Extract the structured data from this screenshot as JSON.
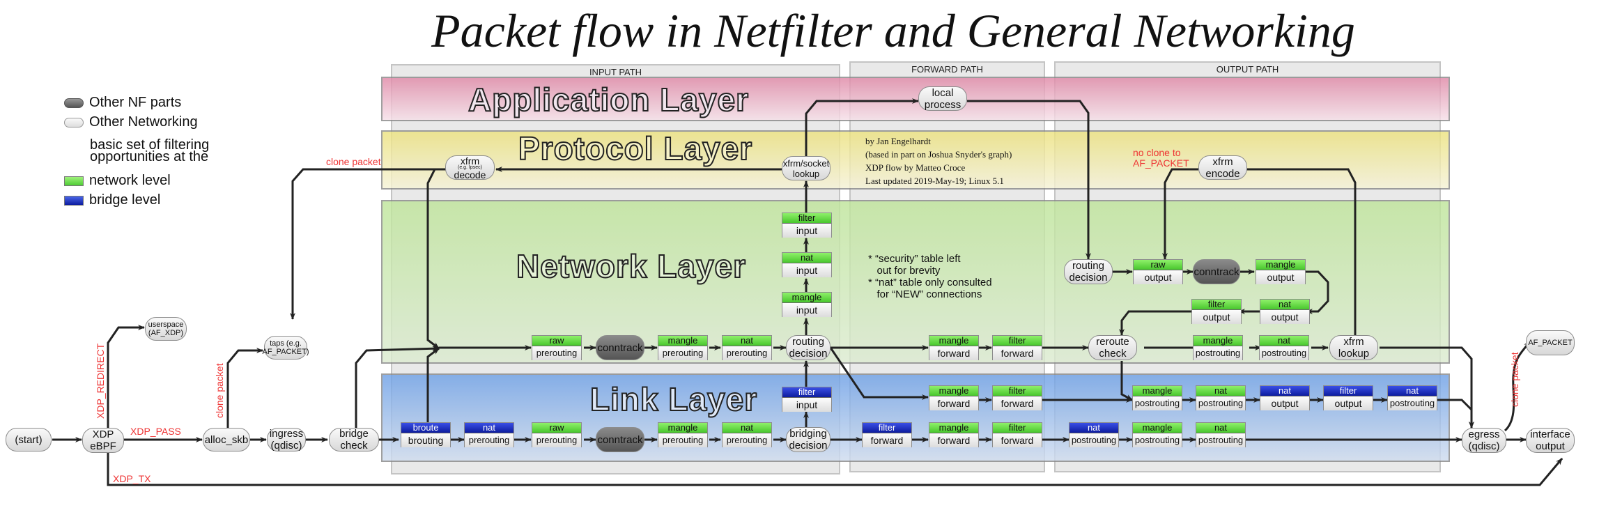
{
  "title": "Packet flow in Netfilter and General Networking",
  "columns": {
    "input": "INPUT PATH",
    "forward": "FORWARD PATH",
    "output": "OUTPUT PATH"
  },
  "layers": {
    "application": "Application Layer",
    "protocol": "Protocol Layer",
    "network": "Network Layer",
    "link": "Link Layer"
  },
  "legend": {
    "nf_parts": "Other NF parts",
    "networking": "Other Networking",
    "basic_set_line1": "basic set of filtering",
    "basic_set_line2": "opportunities at the",
    "network_level": "network level",
    "bridge_level": "bridge level",
    "colors": {
      "network_level": "#5fd940",
      "bridge_level": "#1a2bb8",
      "nf_parts": "#666666",
      "networking": "#eeeeee"
    }
  },
  "credit": {
    "line1": "by Jan Engelhardt",
    "line2": "(based in part on Joshua Snyder's graph)",
    "line3": "XDP flow by Matteo Croce",
    "line4": "Last updated 2019-May-19; Linux 5.1"
  },
  "notes": "* “security” table left\n   out for brevity\n* “nat” table only consulted\n   for “NEW” connections",
  "labels": {
    "clone_packet_top": "clone packet",
    "no_clone": "no clone to\nAF_PACKET",
    "xdp_redirect": "XDP_REDIRECT",
    "xdp_pass": "XDP_PASS",
    "xdp_tx": "XDP_TX",
    "clone_packet_left": "clone packet",
    "clone_packet_right": "clone packet"
  },
  "nodes": {
    "start": "(start)",
    "xdp": "XDP\neBPF",
    "userspace": "userspace\n(AF_XDP)",
    "alloc_skb": "alloc_skb",
    "taps": "taps (e.g.\nAF_PACKET)",
    "ingress": "ingress\n(qdisc)",
    "bridge_check": "bridge\ncheck",
    "xfrm_decode_top": "xfrm",
    "xfrm_decode_mid": "(e.g. Ipsec)",
    "xfrm_decode_bot": "decode",
    "xfrm_socket": "xfrm/socket\nlookup",
    "local_process": "local\nprocess",
    "xfrm_encode": "xfrm\nencode",
    "conntrack": "conntrack",
    "routing_decision_in": "routing\ndecision",
    "routing_decision_out": "routing\ndecision",
    "reroute_check": "reroute\ncheck",
    "xfrm_lookup": "xfrm\nlookup",
    "bridging_decision": "bridging\ndecision",
    "egress": "egress\n(qdisc)",
    "interface_output": "interface\noutput",
    "af_packet": "AF_PACKET"
  },
  "chains": [
    {
      "id": "net-raw-pre",
      "table": "raw",
      "hook": "prerouting",
      "level": "network"
    },
    {
      "id": "net-mangle-pre",
      "table": "mangle",
      "hook": "prerouting",
      "level": "network"
    },
    {
      "id": "net-nat-pre",
      "table": "nat",
      "hook": "prerouting",
      "level": "network"
    },
    {
      "id": "mangle-input",
      "table": "mangle",
      "hook": "input",
      "level": "network"
    },
    {
      "id": "nat-input",
      "table": "nat",
      "hook": "input",
      "level": "network"
    },
    {
      "id": "filter-input",
      "table": "filter",
      "hook": "input",
      "level": "network"
    },
    {
      "id": "net-mangle-fwd",
      "table": "mangle",
      "hook": "forward",
      "level": "network"
    },
    {
      "id": "net-filter-fwd",
      "table": "filter",
      "hook": "forward",
      "level": "network"
    },
    {
      "id": "raw-output",
      "table": "raw",
      "hook": "output",
      "level": "network"
    },
    {
      "id": "mangle-output",
      "table": "mangle",
      "hook": "output",
      "level": "network"
    },
    {
      "id": "nat-output",
      "table": "nat",
      "hook": "output",
      "level": "network"
    },
    {
      "id": "filter-output",
      "table": "filter",
      "hook": "output",
      "level": "network"
    },
    {
      "id": "net-mangle-post",
      "table": "mangle",
      "hook": "postrouting",
      "level": "network"
    },
    {
      "id": "net-nat-post",
      "table": "nat",
      "hook": "postrouting",
      "level": "network"
    },
    {
      "id": "br-broute",
      "table": "broute",
      "hook": "brouting",
      "level": "bridge"
    },
    {
      "id": "br-nat-pre",
      "table": "nat",
      "hook": "prerouting",
      "level": "bridge"
    },
    {
      "id": "br-raw-pre",
      "table": "raw",
      "hook": "prerouting",
      "level": "network"
    },
    {
      "id": "br-mangle-pre",
      "table": "mangle",
      "hook": "prerouting",
      "level": "network"
    },
    {
      "id": "br-natnet-pre",
      "table": "nat",
      "hook": "prerouting",
      "level": "network"
    },
    {
      "id": "br-filter-input",
      "table": "filter",
      "hook": "input",
      "level": "bridge"
    },
    {
      "id": "br-filter-fwd",
      "table": "filter",
      "hook": "forward",
      "level": "bridge"
    },
    {
      "id": "br-mangle-fwd",
      "table": "mangle",
      "hook": "forward",
      "level": "network"
    },
    {
      "id": "br-filternet-fwd",
      "table": "filter",
      "hook": "forward",
      "level": "network"
    },
    {
      "id": "mid-mangle-fwd",
      "table": "mangle",
      "hook": "forward",
      "level": "network"
    },
    {
      "id": "mid-filter-fwd",
      "table": "filter",
      "hook": "forward",
      "level": "network"
    },
    {
      "id": "mid-mangle-post",
      "table": "mangle",
      "hook": "postrouting",
      "level": "network"
    },
    {
      "id": "mid-nat-post",
      "table": "nat",
      "hook": "postrouting",
      "level": "network"
    },
    {
      "id": "mid-br-nat-out",
      "table": "nat",
      "hook": "output",
      "level": "bridge"
    },
    {
      "id": "mid-br-filter-out",
      "table": "filter",
      "hook": "output",
      "level": "bridge"
    },
    {
      "id": "mid-br-nat-post",
      "table": "nat",
      "hook": "postrouting",
      "level": "bridge"
    },
    {
      "id": "br-nat-post",
      "table": "nat",
      "hook": "postrouting",
      "level": "bridge"
    },
    {
      "id": "br-mangle-post",
      "table": "mangle",
      "hook": "postrouting",
      "level": "network"
    },
    {
      "id": "br-natnet-post",
      "table": "nat",
      "hook": "postrouting",
      "level": "network"
    }
  ]
}
